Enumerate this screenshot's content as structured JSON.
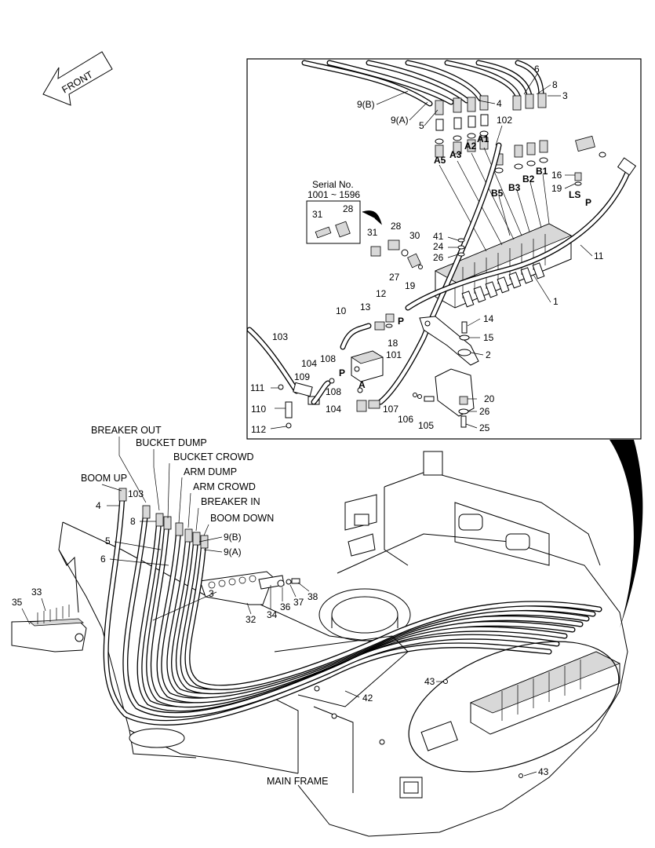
{
  "front_arrow": {
    "label": "FRONT"
  },
  "serial_box": {
    "title": "Serial No.",
    "range": "1001 ~ 1596",
    "labels": [
      "31",
      "28"
    ]
  },
  "callouts_detail": {
    "c6": "6",
    "c8": "8",
    "c3": "3",
    "c9b": "9(B)",
    "c9a": "9(A)",
    "c4": "4",
    "c5": "5",
    "c102": "102",
    "cA1": "A1",
    "cA2": "A2",
    "cA3": "A3",
    "cA5": "A5",
    "cB1": "B1",
    "cB2": "B2",
    "cB3": "B3",
    "cB5": "B5",
    "c16": "16",
    "c19a": "19",
    "cLS": "LS",
    "cP1": "P",
    "c28": "28",
    "c31": "31",
    "c30": "30",
    "c41": "41",
    "c24": "24",
    "c26a": "26",
    "c27": "27",
    "c19b": "19",
    "c11": "11",
    "c1": "1",
    "c10": "10",
    "c13": "13",
    "c12": "12",
    "cP2": "P",
    "c18": "18",
    "c14": "14",
    "c15": "15",
    "c2": "2",
    "c103": "103",
    "c101": "101",
    "c108a": "108",
    "c104a": "104",
    "c109": "109",
    "cP3": "P",
    "c111": "111",
    "c108b": "108",
    "cA": "A",
    "c110": "110",
    "c104b": "104",
    "c107": "107",
    "c106": "106",
    "c105": "105",
    "c112": "112",
    "c20": "20",
    "c26b": "26",
    "c25": "25"
  },
  "function_labels": {
    "breaker_out": "BREAKER OUT",
    "bucket_dump": "BUCKET DUMP",
    "bucket_crowd": "BUCKET CROWD",
    "arm_dump": "ARM DUMP",
    "arm_crowd": "ARM CROWD",
    "breaker_in": "BREAKER IN",
    "boom_down": "BOOM DOWN",
    "boom_up": "BOOM UP"
  },
  "callouts_main": {
    "c4": "4",
    "c103": "103",
    "c8": "8",
    "c9b": "9(B)",
    "c5": "5",
    "c9a": "9(A)",
    "c6": "6",
    "c3": "3",
    "c33": "33",
    "c35": "35",
    "c32": "32",
    "c34": "34",
    "c36": "36",
    "c37": "37",
    "c38": "38",
    "c42": "42",
    "c43a": "43",
    "c43b": "43"
  },
  "main_frame_label": "MAIN FRAME"
}
